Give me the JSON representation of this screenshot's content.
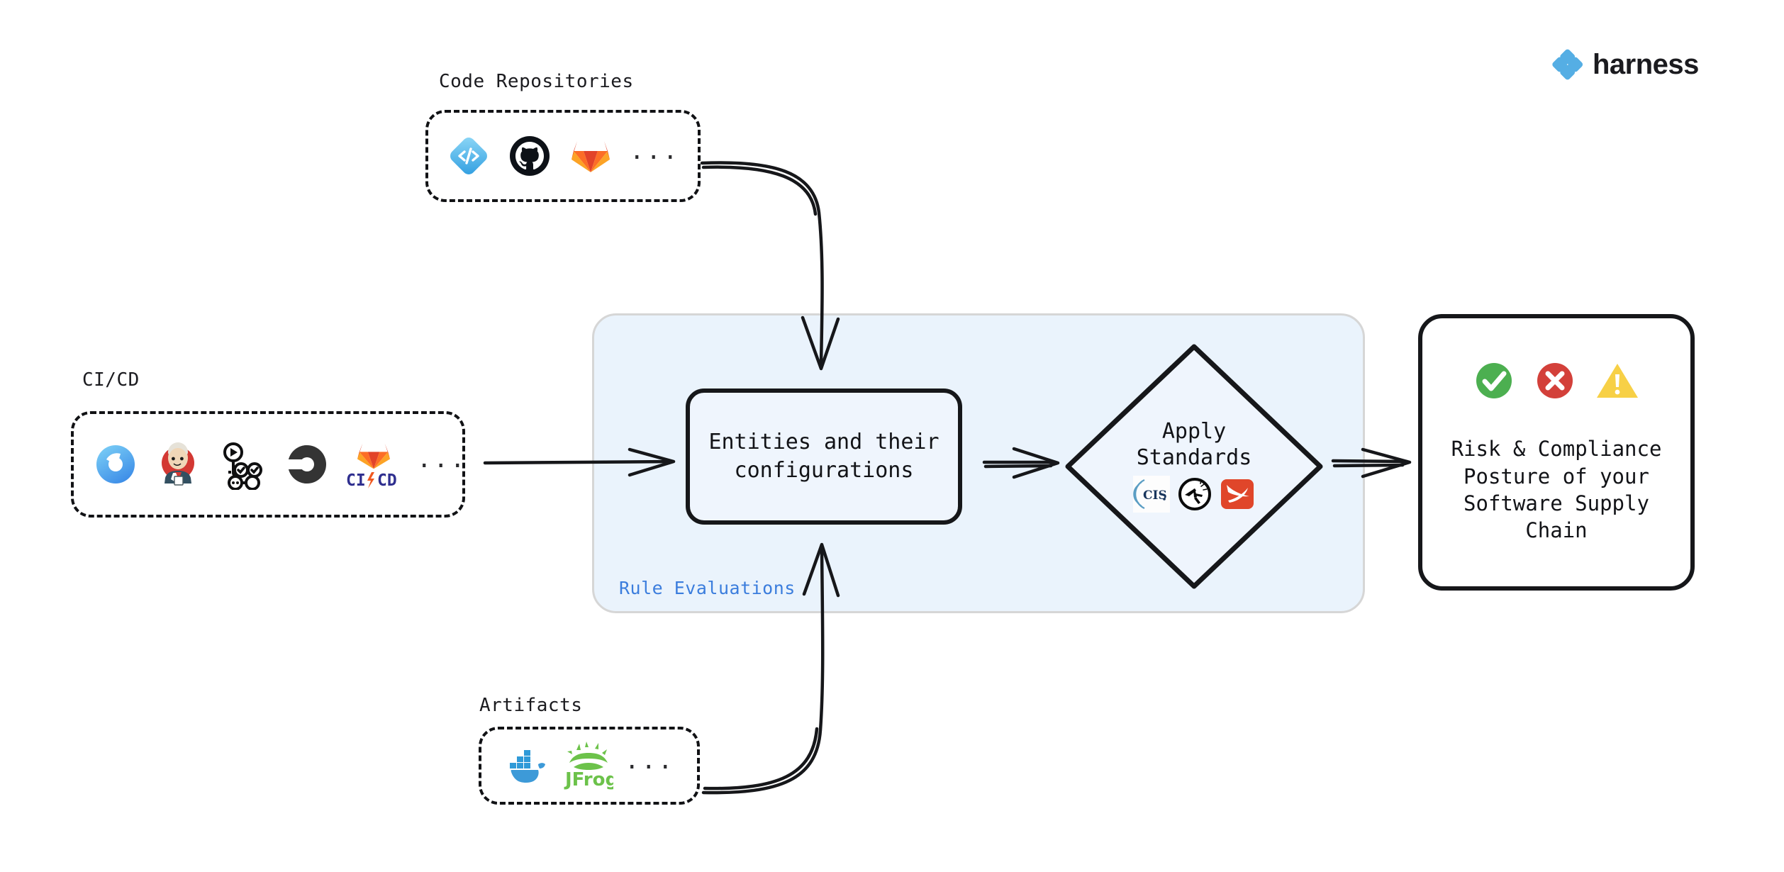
{
  "brand": {
    "name": "harness",
    "mark_color": "#55aee4",
    "logo_icon": "harness-diamond-logo"
  },
  "groups": [
    {
      "id": "code-repositories",
      "label": "Code Repositories",
      "ellipsis": "...",
      "icons": [
        {
          "name": "harness-code-icon",
          "title": "Harness Code"
        },
        {
          "name": "github-icon",
          "title": "GitHub"
        },
        {
          "name": "gitlab-icon",
          "title": "GitLab"
        }
      ]
    },
    {
      "id": "ci-cd",
      "label": "CI/CD",
      "ellipsis": "...",
      "icons": [
        {
          "name": "harness-ci-icon",
          "title": "Harness CI"
        },
        {
          "name": "jenkins-icon",
          "title": "Jenkins"
        },
        {
          "name": "github-actions-icon",
          "title": "GitHub Actions"
        },
        {
          "name": "circleci-icon",
          "title": "CircleCI"
        },
        {
          "name": "gitlab-cicd-icon",
          "title": "GitLab CI/CD"
        }
      ]
    },
    {
      "id": "artifacts",
      "label": "Artifacts",
      "ellipsis": "...",
      "icons": [
        {
          "name": "docker-icon",
          "title": "Docker"
        },
        {
          "name": "jfrog-icon",
          "title": "JFrog"
        }
      ]
    }
  ],
  "rule_region": {
    "label": "Rule Evaluations",
    "label_color": "#3b7ddd",
    "fill_color": "#eaf3fc"
  },
  "entities_node": {
    "text": "Entities and their\nconfigurations"
  },
  "standards_node": {
    "text": "Apply\nStandards",
    "icons": [
      {
        "name": "cis-icon",
        "title": "CIS",
        "label": "CIS"
      },
      {
        "name": "owasp-icon",
        "title": "OWASP"
      },
      {
        "name": "slsa-icon",
        "title": "SLSA"
      }
    ]
  },
  "outcome_node": {
    "text": "Risk & Compliance\nPosture of your\nSoftware Supply\nChain",
    "status_icons": [
      {
        "name": "check-circle-icon",
        "title": "Pass",
        "color": "#4caf50"
      },
      {
        "name": "x-circle-icon",
        "title": "Fail",
        "color": "#d3403a"
      },
      {
        "name": "warning-triangle-icon",
        "title": "Warning",
        "color": "#f8d council"
      }
    ]
  },
  "statuses": [
    {
      "name": "check-circle-icon",
      "label": "Pass",
      "color": "#4caf50"
    },
    {
      "name": "x-circle-icon",
      "label": "Fail",
      "color": "#d3403a"
    },
    {
      "name": "warning-triangle-icon",
      "label": "Warning",
      "color": "#f7d046"
    }
  ],
  "connectors": [
    {
      "name": "code-repos-to-entities",
      "from": "code-repositories",
      "to": "entities-node",
      "style": "curved-arrow"
    },
    {
      "name": "cicd-to-rule-region",
      "from": "ci-cd",
      "to": "entities-node",
      "style": "straight-arrow"
    },
    {
      "name": "artifacts-to-entities",
      "from": "artifacts",
      "to": "entities-node",
      "style": "curved-arrow"
    },
    {
      "name": "entities-to-standards",
      "from": "entities-node",
      "to": "standards-node",
      "style": "straight-arrow"
    },
    {
      "name": "standards-to-outcome",
      "from": "standards-node",
      "to": "outcome-node",
      "style": "straight-arrow"
    }
  ]
}
